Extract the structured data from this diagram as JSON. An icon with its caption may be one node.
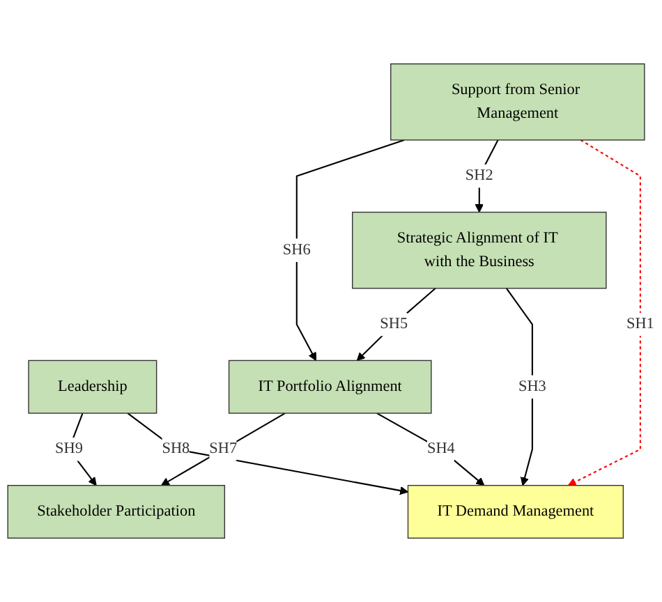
{
  "diagram": {
    "nodes": [
      {
        "text": [
          "Support from Senior Management"
        ]
      },
      {
        "text": [
          "IT Demand Management"
        ]
      },
      {
        "text": [
          "Strategic Alignment of IT with the Business"
        ]
      },
      {
        "text": [
          "Leadership"
        ]
      },
      {
        "text": [
          "IT Portfolio Alignment"
        ]
      },
      {
        "text": [
          "Stakeholder Participation"
        ]
      }
    ],
    "edges": [
      {
        "from": 0,
        "to": 1,
        "arrow": "to",
        "label": "SH1",
        "style": "dashed",
        "color": "#ff0000"
      },
      {
        "from": 0,
        "to": 2,
        "arrow": "to",
        "label": "SH2"
      },
      {
        "from": 0,
        "to": 4,
        "arrow": "to",
        "label": "SH6"
      },
      {
        "from": 2,
        "to": 1,
        "arrow": "to",
        "label": "SH3"
      },
      {
        "from": 2,
        "to": 4,
        "arrow": "to",
        "label": "SH5"
      },
      {
        "from": 4,
        "to": 1,
        "arrow": "to",
        "label": "SH4"
      },
      {
        "from": 3,
        "to": 1,
        "arrow": "to",
        "label": "SH8"
      },
      {
        "from": 3,
        "to": 5,
        "arrow": "to",
        "label": "SH9"
      },
      {
        "from": 4,
        "to": 5,
        "arrow": "to",
        "label": "SH7"
      }
    ]
  }
}
